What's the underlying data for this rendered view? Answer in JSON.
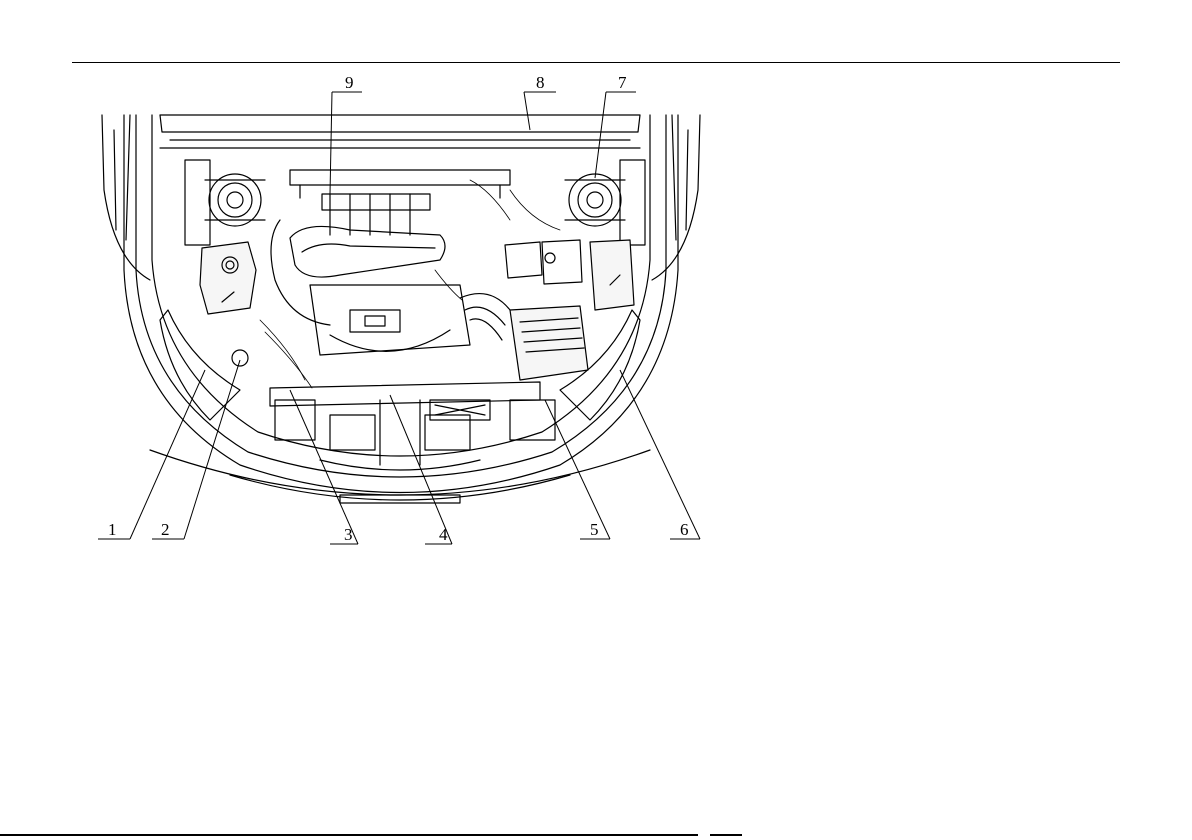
{
  "callouts": [
    {
      "label": "1"
    },
    {
      "label": "2"
    },
    {
      "label": "3"
    },
    {
      "label": "4"
    },
    {
      "label": "5"
    },
    {
      "label": "6"
    },
    {
      "label": "7"
    },
    {
      "label": "8"
    },
    {
      "label": "9"
    }
  ],
  "colors": {
    "line": "#000000",
    "fill": "#f6f6f6"
  }
}
